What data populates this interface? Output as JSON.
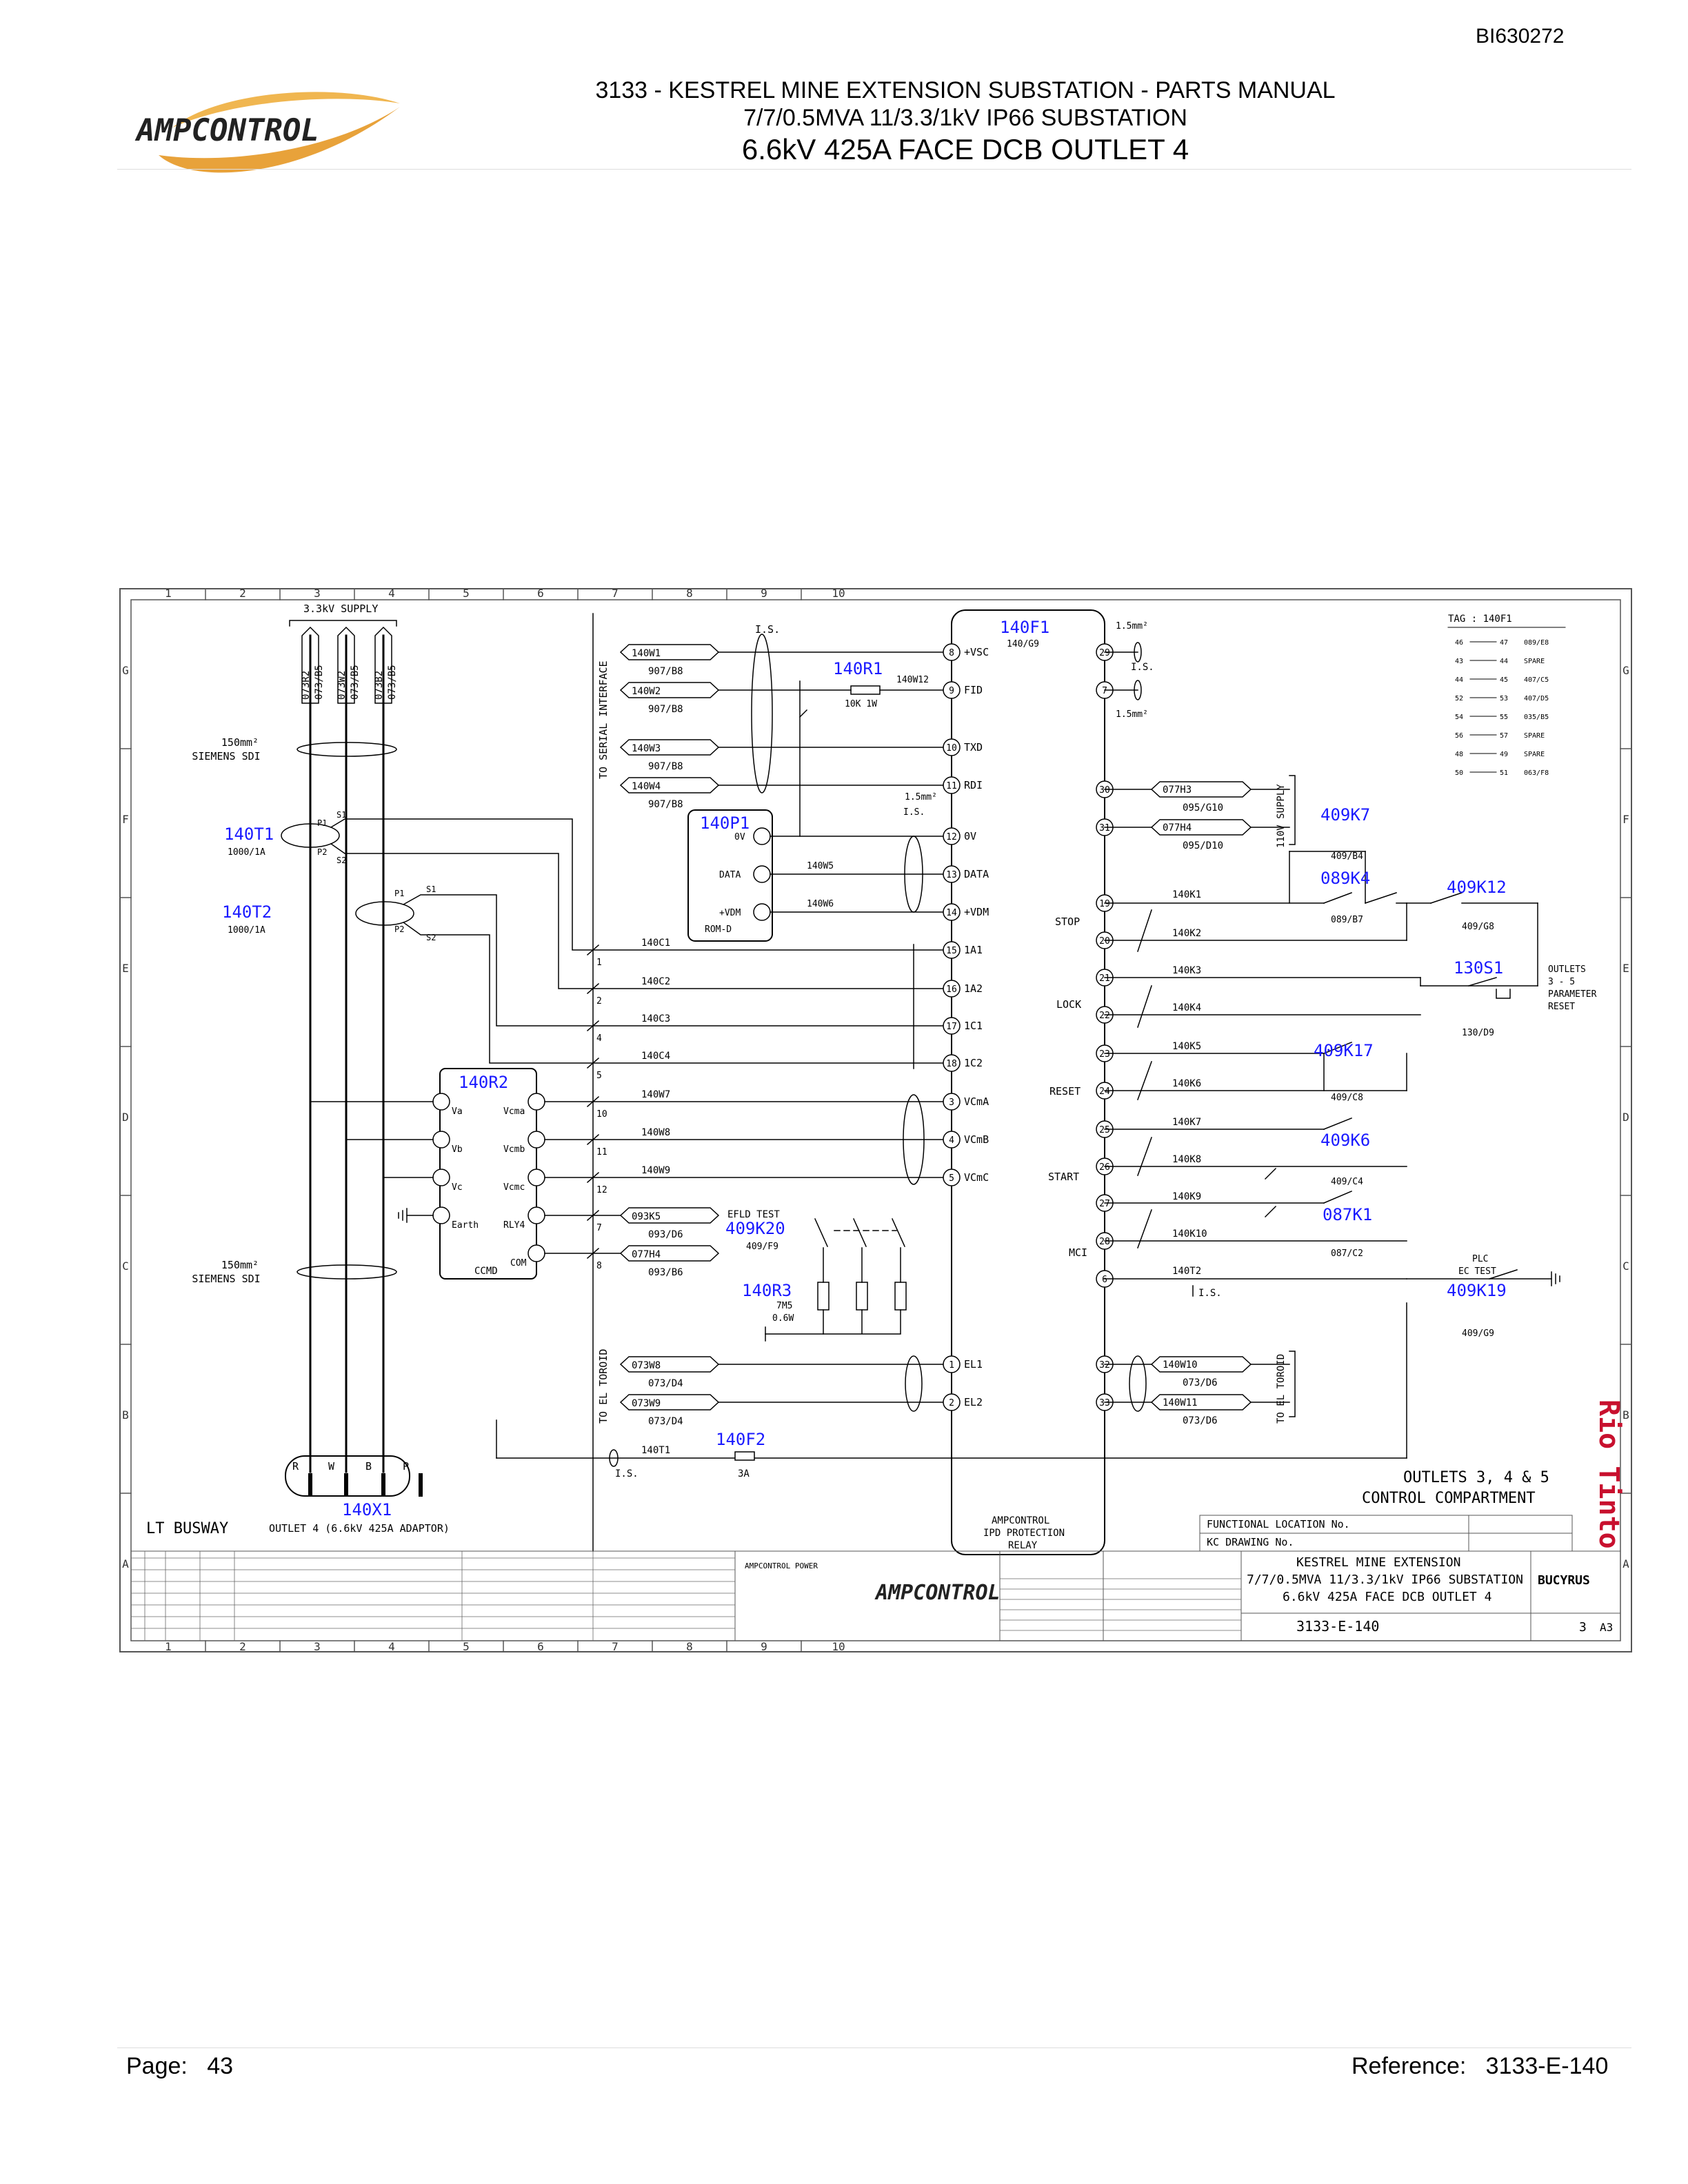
{
  "header": {
    "doc_id": "BI630272",
    "logo_text": "AMPCONTROL",
    "line1": "3133 - KESTREL MINE EXTENSION SUBSTATION - PARTS MANUAL",
    "line2": "7/7/0.5MVA 11/3.3/1kV IP66 SUBSTATION",
    "line3": "6.6kV 425A FACE DCB OUTLET 4"
  },
  "footer": {
    "page_label": "Page:",
    "page_number": "43",
    "ref_label": "Reference:",
    "ref_value": "3133-E-140"
  },
  "drawing": {
    "grid_cols": [
      "1",
      "2",
      "3",
      "4",
      "5",
      "6",
      "7",
      "8",
      "9",
      "10"
    ],
    "grid_rows": [
      "G",
      "F",
      "E",
      "D",
      "C",
      "B",
      "A"
    ],
    "supply": "3.3kV SUPPLY",
    "supply_cables": [
      "073R2",
      "073/B5",
      "073W2",
      "073/B5",
      "073B2",
      "073/B5"
    ],
    "sdi1": [
      "150mm²",
      "SIEMENS SDI"
    ],
    "sdi2": [
      "150mm²",
      "SIEMENS SDI"
    ],
    "ct1": {
      "tag": "140T1",
      "ratio": "1000/1A"
    },
    "ct2": {
      "tag": "140T2",
      "ratio": "1000/1A"
    },
    "serial_interface": "TO SERIAL INTERFACE",
    "serial_wires": [
      [
        "140W1",
        "907/B8"
      ],
      [
        "140W2",
        "907/B8"
      ],
      [
        "140W3",
        "907/B8"
      ],
      [
        "140W4",
        "907/B8"
      ]
    ],
    "is_label": "I.S.",
    "r1": {
      "tag": "140R1",
      "value": "10K 1W",
      "wire": "140W12"
    },
    "p1": {
      "tag": "140P1",
      "ports": [
        "0V",
        "DATA",
        "+VDM"
      ],
      "name": "ROM-D",
      "w5": "140W5",
      "w6": "140W6"
    },
    "ct_wires": [
      "140C1",
      "140C2",
      "140C3",
      "140C4"
    ],
    "vt_wires": [
      "140W7",
      "140W8",
      "140W9"
    ],
    "r2": {
      "tag": "140R2",
      "left": [
        "Va",
        "Vb",
        "Vc",
        "Earth"
      ],
      "right": [
        "Vcma",
        "Vcmb",
        "Vcmc",
        "RLY4",
        "COM"
      ],
      "name": "CCMD"
    },
    "efld": {
      "label": "EFLD TEST",
      "tag": "409K20",
      "ref": "409/F9"
    },
    "r3": {
      "tag": "140R3",
      "v1": "7M5",
      "v2": "0.6W"
    },
    "el_toroid": "TO EL TOROID",
    "el_wires": [
      [
        "073W8",
        "073/D4"
      ],
      [
        "073W9",
        "073/D4"
      ]
    ],
    "mk_wires": [
      [
        "093K5",
        "093/D6"
      ],
      [
        "077H4",
        "093/B6"
      ]
    ],
    "t1_wire": "140T1",
    "f2": {
      "tag": "140F2",
      "value": "3A"
    },
    "x1": {
      "tag": "140X1",
      "desc": "OUTLET 4 (6.6kV 425A ADAPTOR)",
      "pins": [
        "R",
        "W",
        "B",
        "P"
      ]
    },
    "lt_busway": "LT BUSWAY",
    "relay": {
      "tag": "140F1",
      "ref": "140/G9",
      "name": [
        "AMPCONTROL",
        "IPD PROTECTION",
        "RELAY"
      ]
    },
    "left_terms": [
      [
        "8",
        "+VSC"
      ],
      [
        "9",
        "FID"
      ],
      [
        "10",
        "TXD"
      ],
      [
        "11",
        "RDI"
      ],
      [
        "12",
        "0V"
      ],
      [
        "13",
        "DATA"
      ],
      [
        "14",
        "+VDM"
      ],
      [
        "15",
        "1A1"
      ],
      [
        "16",
        "1A2"
      ],
      [
        "17",
        "1C1"
      ],
      [
        "18",
        "1C2"
      ],
      [
        "3",
        "VCmA"
      ],
      [
        "4",
        "VCmB"
      ],
      [
        "5",
        "VCmC"
      ],
      [
        "1",
        "EL1"
      ],
      [
        "2",
        "EL2"
      ]
    ],
    "right_terms": [
      "29",
      "7",
      "30",
      "31",
      "19",
      "20",
      "21",
      "22",
      "23",
      "24",
      "25",
      "26",
      "27",
      "28",
      "6",
      "32",
      "33"
    ],
    "earth_size": "1.5mm²",
    "supply_110": "110V SUPPLY",
    "h_wires": [
      [
        "077H3",
        "095/G10"
      ],
      [
        "077H4",
        "095/D10"
      ]
    ],
    "k_wires": [
      "140K1",
      "140K2",
      "140K3",
      "140K4",
      "140K5",
      "140K6",
      "140K7",
      "140K8",
      "140K9",
      "140K10"
    ],
    "groups": [
      "STOP",
      "LOCK",
      "RESET",
      "START",
      "MCI"
    ],
    "t2_wire": "140T2",
    "out_el": [
      [
        "140W10",
        "073/D6"
      ],
      [
        "140W11",
        "073/D6"
      ]
    ],
    "k7": {
      "tag": "409K7",
      "ref": "409/B4"
    },
    "k4": {
      "tag": "089K4",
      "ref": "089/B7"
    },
    "k12": {
      "tag": "409K12",
      "ref": "409/G8"
    },
    "s1": {
      "tag": "130S1",
      "ref": "130/D9",
      "desc": [
        "OUTLETS",
        "3 - 5",
        "PARAMETER",
        "RESET"
      ]
    },
    "k17": {
      "tag": "409K17",
      "ref": "409/C8"
    },
    "k6": {
      "tag": "409K6",
      "ref": "409/C4"
    },
    "k1": {
      "tag": "087K1",
      "ref": "087/C2"
    },
    "k19": {
      "tag": "409K19",
      "ref": "409/G9",
      "desc": [
        "PLC",
        "EC TEST"
      ]
    },
    "tag_table_title": "TAG : 140F1",
    "tag_table": [
      [
        "46",
        "47",
        "089/E8"
      ],
      [
        "43",
        "44",
        "SPARE"
      ],
      [
        "44",
        "45",
        "407/C5"
      ],
      [
        "52",
        "53",
        "407/D5"
      ],
      [
        "54",
        "55",
        "035/B5"
      ],
      [
        "56",
        "57",
        "SPARE"
      ],
      [
        "48",
        "49",
        "SPARE"
      ],
      [
        "50",
        "51",
        "063/F8"
      ]
    ],
    "outlets": [
      "OUTLETS 3, 4 & 5",
      "CONTROL COMPARTMENT"
    ],
    "functional": "FUNCTIONAL LOCATION No.",
    "kc_drawing": "KC DRAWING No.",
    "title_block": [
      "KESTREL MINE EXTENSION",
      "7/7/0.5MVA 11/3.3/1kV IP66 SUBSTATION",
      "6.6kV 425A FACE DCB OUTLET 4"
    ],
    "drawing_no": "3133-E-140",
    "rev": "3",
    "size": "A3",
    "brand1": "BUCYRUS",
    "brand2": "Rio Tinto",
    "company": "AMPCONTROL POWER"
  }
}
